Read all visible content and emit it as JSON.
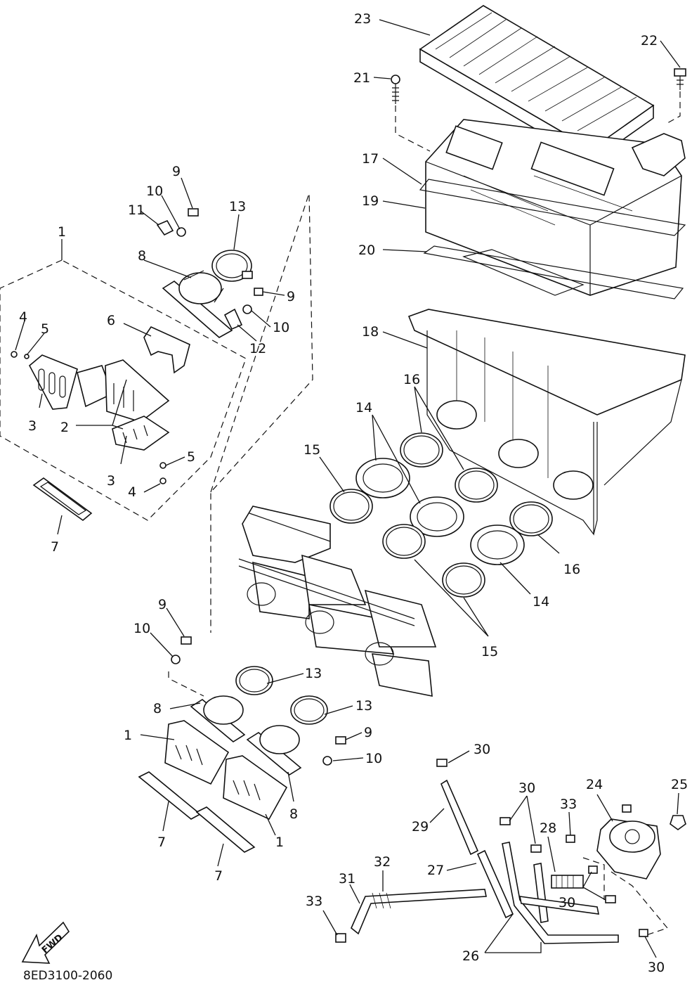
{
  "diagram": {
    "code": "8ED3100-2060",
    "direction_label": "FWD",
    "callouts": [
      "1",
      "2",
      "3",
      "4",
      "5",
      "6",
      "7",
      "8",
      "9",
      "10",
      "11",
      "12",
      "13",
      "14",
      "15",
      "16",
      "17",
      "18",
      "19",
      "20",
      "21",
      "22",
      "23",
      "24",
      "25",
      "26",
      "27",
      "28",
      "29",
      "30",
      "31",
      "32",
      "33"
    ]
  }
}
